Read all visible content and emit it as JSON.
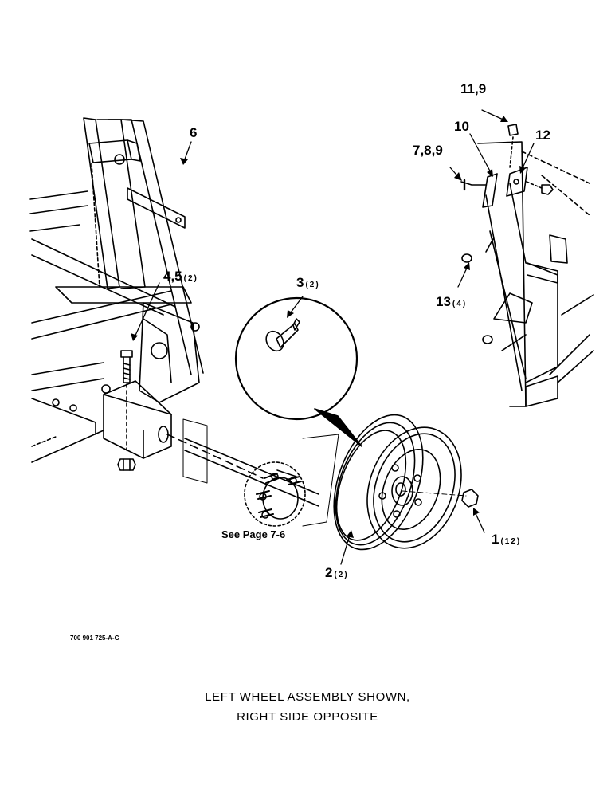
{
  "callouts": {
    "c1": {
      "num": "1",
      "qty": "(12)"
    },
    "c2": {
      "num": "2",
      "qty": "(2)"
    },
    "c3": {
      "num": "3",
      "qty": "(2)"
    },
    "c45": {
      "num": "4,5",
      "qty": "(2)"
    },
    "c6": {
      "num": "6",
      "qty": ""
    },
    "c789": {
      "num": "7,8,9",
      "qty": ""
    },
    "c10": {
      "num": "10",
      "qty": ""
    },
    "c119": {
      "num": "11,9",
      "qty": ""
    },
    "c12": {
      "num": "12",
      "qty": ""
    },
    "c13": {
      "num": "13",
      "qty": "(4)"
    }
  },
  "reference_note": "See Page 7-6",
  "drawing_number": "700 901 725-A-G",
  "caption": {
    "line1": "LEFT WHEEL ASSEMBLY SHOWN,",
    "line2": "RIGHT SIDE OPPOSITE"
  }
}
